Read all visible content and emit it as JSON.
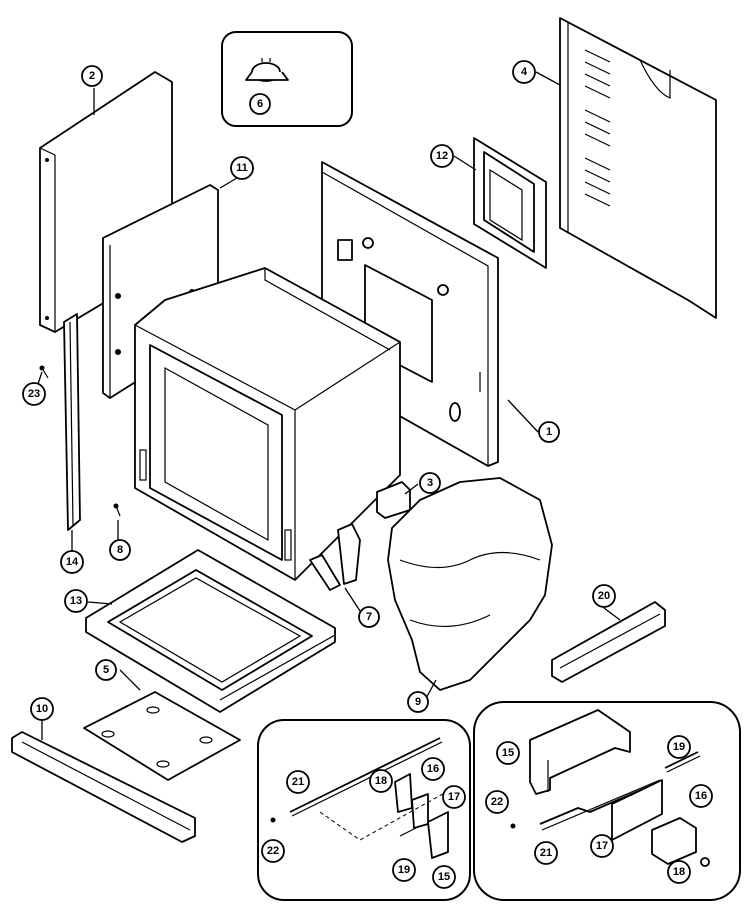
{
  "callouts": {
    "c1": "1",
    "c2": "2",
    "c3": "3",
    "c4": "4",
    "c5": "5",
    "c6": "6",
    "c7": "7",
    "c8": "8",
    "c9": "9",
    "c10": "10",
    "c11": "11",
    "c12": "12",
    "c13": "13",
    "c14": "14",
    "c20": "20",
    "c23": "23",
    "g1_21": "21",
    "g1_18": "18",
    "g1_16": "16",
    "g1_17": "17",
    "g1_22": "22",
    "g1_19": "19",
    "g1_15": "15",
    "g2_15": "15",
    "g2_19": "19",
    "g2_22": "22",
    "g2_16": "16",
    "g2_21": "21",
    "g2_17": "17",
    "g2_18": "18"
  }
}
